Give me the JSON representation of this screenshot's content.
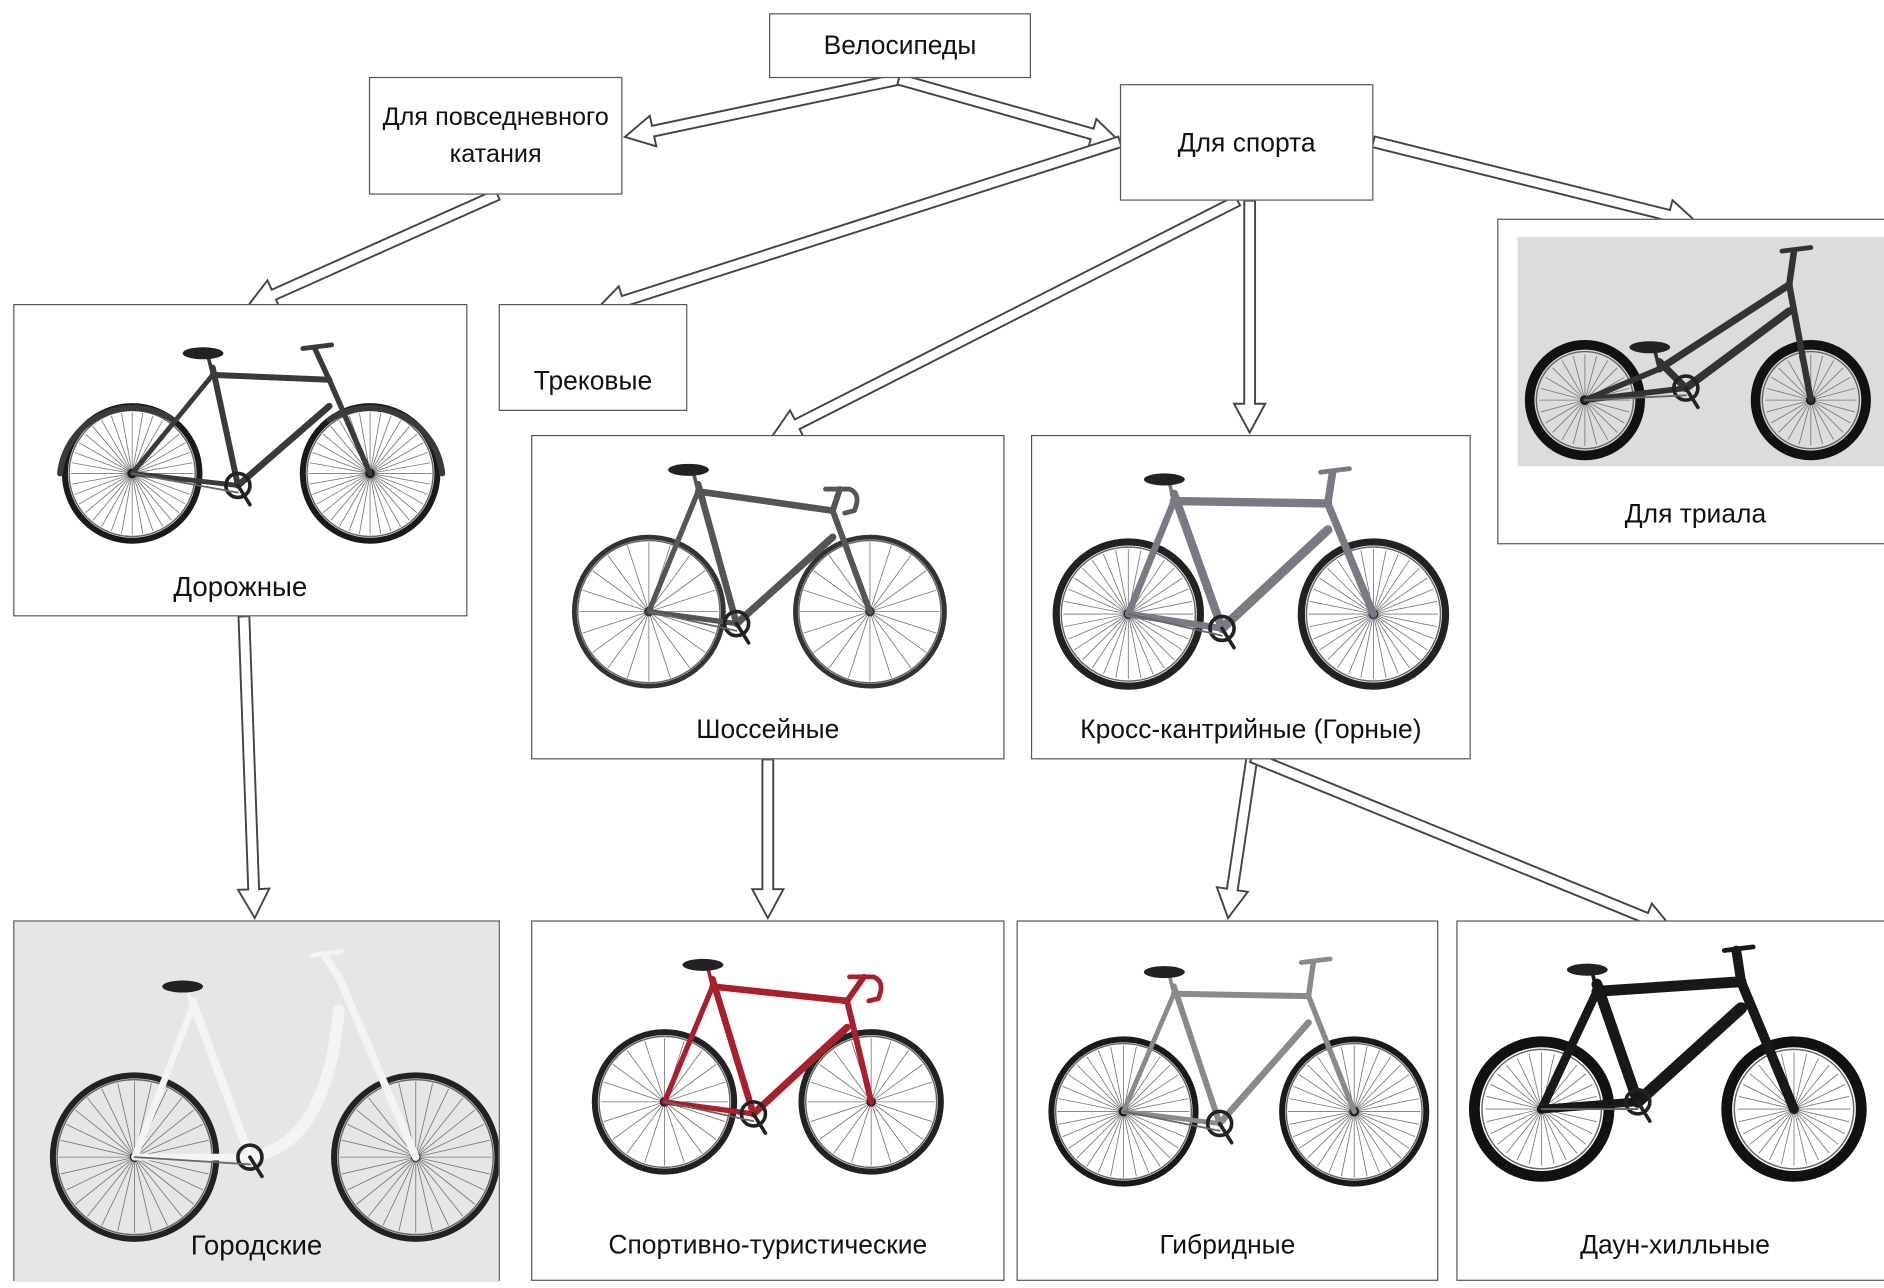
{
  "root": {
    "label": "Велосипеды"
  },
  "everyday": {
    "label": "Для повседневного катания"
  },
  "sport": {
    "label": "Для спорта"
  },
  "track": {
    "label": "Трековые"
  },
  "trial": {
    "label": "Для триала",
    "icon": "trial-bike-photo"
  },
  "road": {
    "label": "Дорожные",
    "icon": "touring-bike-photo"
  },
  "highway": {
    "label": "Шоссейные",
    "icon": "road-bike-photo"
  },
  "cross": {
    "label": "Кросс-кантрийные (Горные)",
    "icon": "mountain-bike-photo"
  },
  "city": {
    "label": "Городские",
    "icon": "city-bike-photo"
  },
  "sporttour": {
    "label": "Спортивно-туристические",
    "icon": "sport-touring-bike-photo"
  },
  "hybrid": {
    "label": "Гибридные",
    "icon": "hybrid-bike-photo"
  },
  "downhill": {
    "label": "Даун-хилльные",
    "icon": "downhill-bike-photo"
  },
  "colors": {
    "border": "#555555",
    "arrow": "#444444",
    "dark": "#222222",
    "red": "#a8202c"
  }
}
